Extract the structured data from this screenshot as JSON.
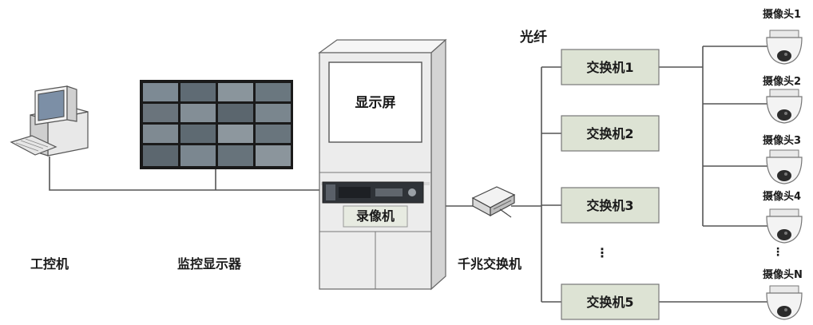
{
  "labels": {
    "industrial_pc": "工控机",
    "monitor_wall": "监控显示器",
    "display_screen": "显示屏",
    "recorder": "录像机",
    "gigabit_switch": "千兆交换机",
    "fiber": "光纤",
    "ellipsis": "⋮"
  },
  "switches": [
    {
      "label": "交换机1"
    },
    {
      "label": "交换机2"
    },
    {
      "label": "交换机3"
    },
    {
      "label": "交换机5"
    }
  ],
  "cameras": [
    {
      "label": "摄像头1"
    },
    {
      "label": "摄像头2"
    },
    {
      "label": "摄像头3"
    },
    {
      "label": "摄像头4"
    },
    {
      "label": "摄像头N"
    }
  ],
  "colors": {
    "line": "#555555",
    "switch_box": "#dde3d4",
    "cabinet": "#ececec",
    "monitor_frame": "#1a1a1a"
  }
}
